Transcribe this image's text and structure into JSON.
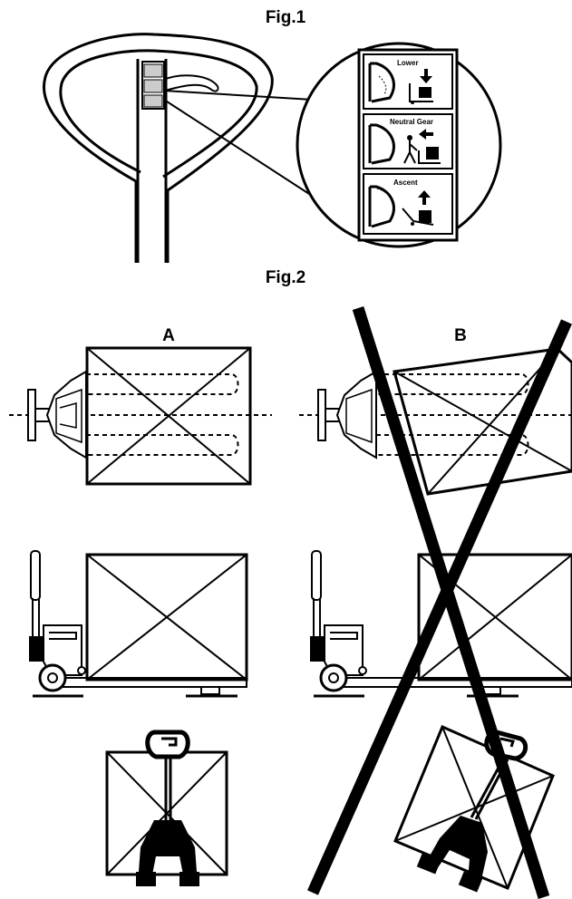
{
  "fig1": {
    "title": "Fig.1",
    "signs": [
      {
        "label": "Lower",
        "icon": "arrow-down-icon"
      },
      {
        "label": "Neutral Gear",
        "icon": "arrow-left-icon"
      },
      {
        "label": "Ascent",
        "icon": "arrow-up-icon"
      }
    ]
  },
  "fig2": {
    "title": "Fig.2",
    "panel_a": "A",
    "panel_b": "B"
  }
}
